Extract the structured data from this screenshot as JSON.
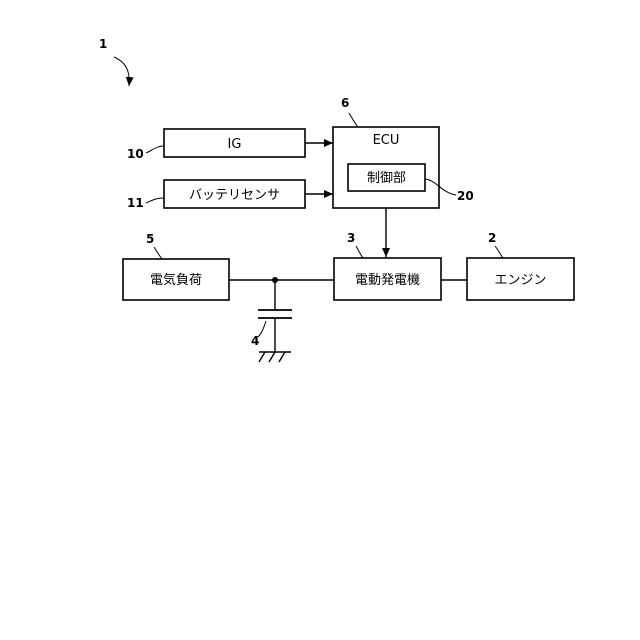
{
  "figure_number": "1",
  "blocks": {
    "ig": {
      "label": "IG",
      "ref": "10"
    },
    "battery_sensor": {
      "label": "バッテリセンサ",
      "ref": "11"
    },
    "ecu": {
      "label": "ECU",
      "ref": "6"
    },
    "control_unit": {
      "label": "制御部",
      "ref": "20"
    },
    "electric_load": {
      "label": "電気負荷",
      "ref": "5"
    },
    "motor_generator": {
      "label": "電動発電機",
      "ref": "3"
    },
    "engine": {
      "label": "エンジン",
      "ref": "2"
    },
    "battery": {
      "ref": "4"
    }
  }
}
